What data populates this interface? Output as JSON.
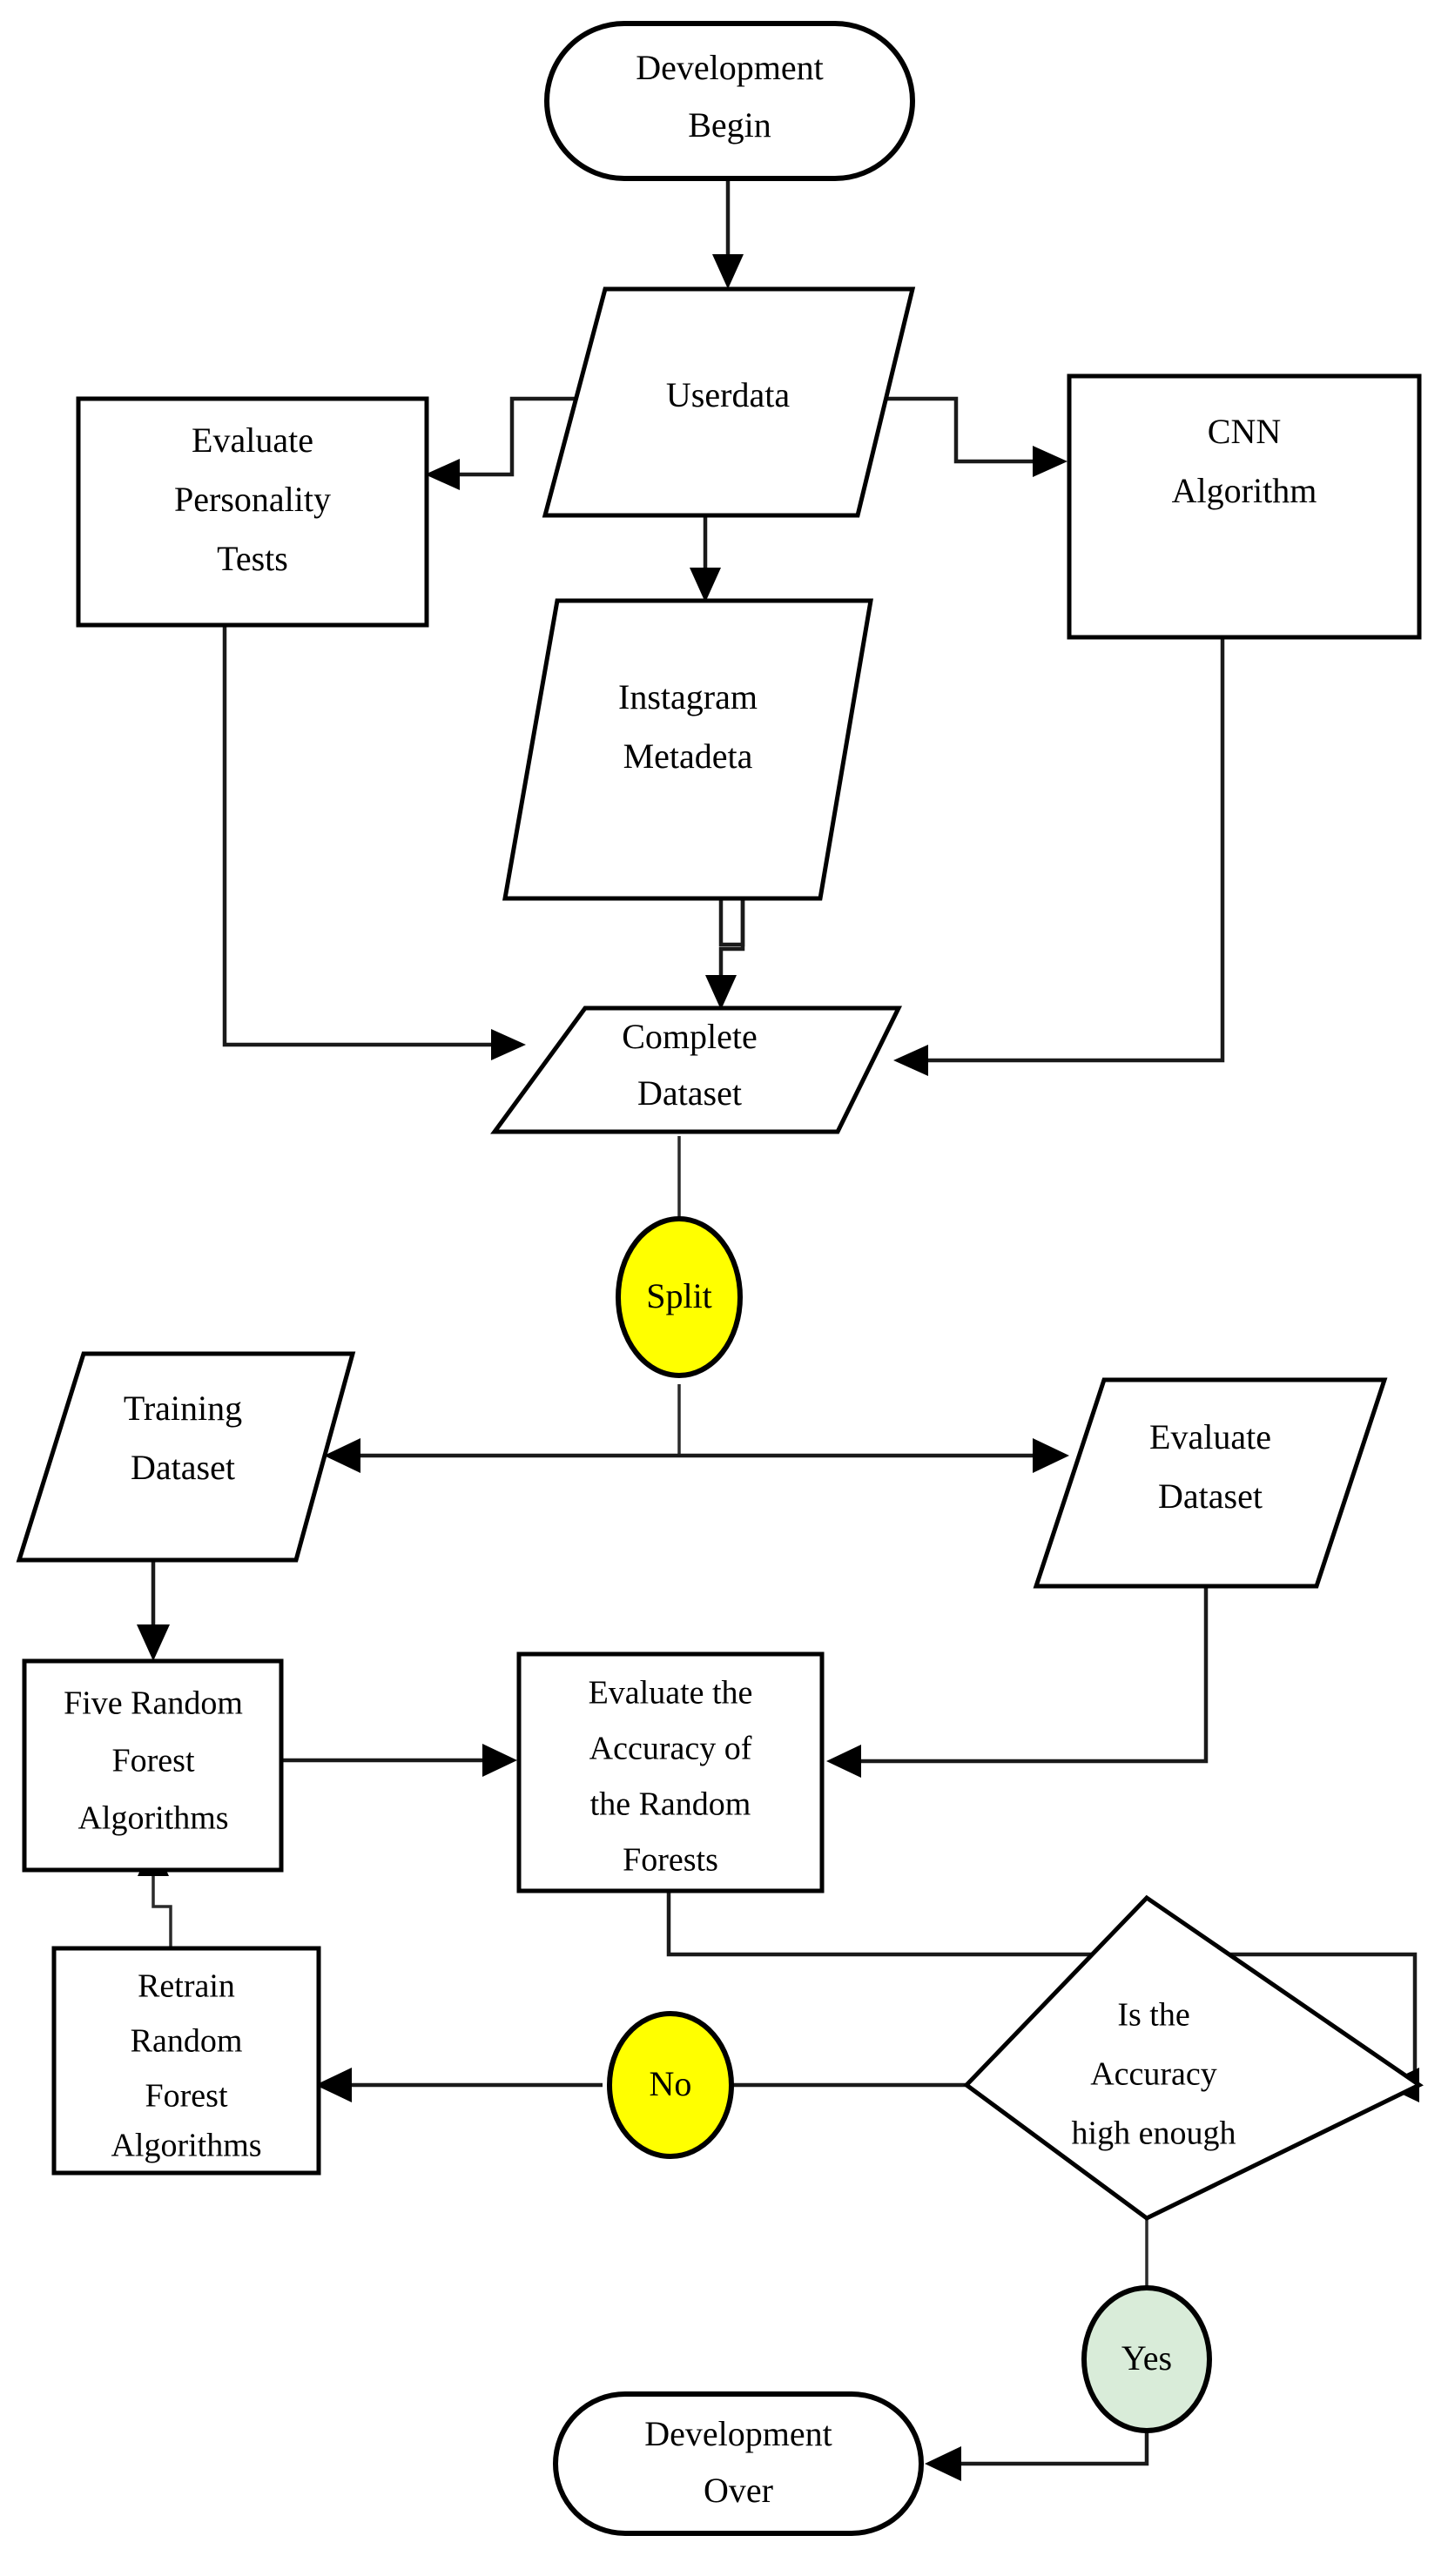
{
  "diagram": {
    "title": "Development Process Flowchart",
    "background_color": "#ffffff",
    "line_color": "#000000",
    "accent_yellow": "#ffff00",
    "accent_green": "#d9ecd9"
  },
  "nodes": {
    "start": {
      "label_line1": "Development",
      "label_line2": "Begin",
      "shape": "terminator",
      "fill": "#ffffff"
    },
    "userdata": {
      "label_line1": "Userdata",
      "shape": "parallelogram",
      "fill": "#ffffff"
    },
    "personality": {
      "label_line1": "Evaluate",
      "label_line2": "Personality",
      "label_line3": "Tests",
      "shape": "rectangle",
      "fill": "#ffffff"
    },
    "cnn": {
      "label_line1": "CNN",
      "label_line2": "Algorithm",
      "shape": "rectangle",
      "fill": "#ffffff"
    },
    "instagram": {
      "label_line1": "Instagram",
      "label_line2": "Metadeta",
      "shape": "parallelogram",
      "fill": "#ffffff"
    },
    "complete": {
      "label_line1": "Complete",
      "label_line2": "Dataset",
      "shape": "parallelogram",
      "fill": "#ffffff"
    },
    "split": {
      "label_line1": "Split",
      "shape": "ellipse",
      "fill": "#ffff00"
    },
    "training": {
      "label_line1": "Training",
      "label_line2": "Dataset",
      "shape": "parallelogram",
      "fill": "#ffffff"
    },
    "evaluate_ds": {
      "label_line1": "Evaluate",
      "label_line2": "Dataset",
      "shape": "parallelogram",
      "fill": "#ffffff"
    },
    "five_rf": {
      "label_line1": "Five Random",
      "label_line2": "Forest",
      "label_line3": "Algorithms",
      "shape": "rectangle",
      "fill": "#ffffff"
    },
    "eval_acc": {
      "label_line1": "Evaluate the",
      "label_line2": "Accuracy of",
      "label_line3": "the Random",
      "label_line4": "Forests",
      "shape": "rectangle",
      "fill": "#ffffff"
    },
    "retrain": {
      "label_line1": "Retrain",
      "label_line2": "Random",
      "label_line3": "Forest",
      "label_line4": "Algorithms",
      "shape": "rectangle",
      "fill": "#ffffff"
    },
    "decision": {
      "label_line1": "Is the",
      "label_line2": "Accuracy",
      "label_line3": "high enough",
      "shape": "diamond",
      "fill": "#ffffff"
    },
    "no_badge": {
      "label_line1": "No",
      "shape": "ellipse",
      "fill": "#ffff00"
    },
    "yes_badge": {
      "label_line1": "Yes",
      "shape": "ellipse",
      "fill": "#d9ecd9"
    },
    "end": {
      "label_line1": "Development",
      "label_line2": "Over",
      "shape": "terminator",
      "fill": "#ffffff"
    }
  }
}
